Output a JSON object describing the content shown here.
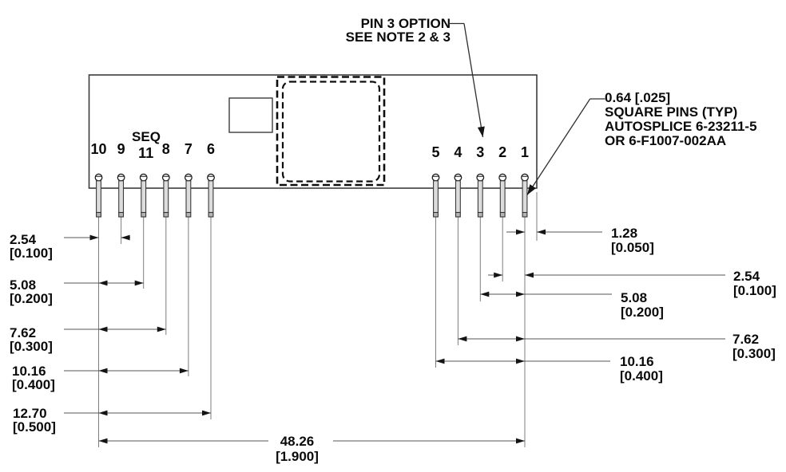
{
  "notes": {
    "pin3_option": {
      "line1": "PIN 3 OPTION",
      "line2": "SEE NOTE 2 & 3"
    },
    "square_pins": {
      "line1": "0.64 [.025]",
      "line2": "SQUARE PINS (TYP)",
      "line3": "AUTOSPLICE 6-23211-5",
      "line4": "OR 6-F1007-002AA"
    }
  },
  "labels": {
    "seq": "SEQ"
  },
  "pins": {
    "left": [
      "10",
      "9",
      "11",
      "8",
      "7",
      "6"
    ],
    "right": [
      "5",
      "4",
      "3",
      "2",
      "1"
    ]
  },
  "dimensions": {
    "left": [
      {
        "mm": "2.54",
        "inch": "[0.100]"
      },
      {
        "mm": "5.08",
        "inch": "[0.200]"
      },
      {
        "mm": "7.62",
        "inch": "[0.300]"
      },
      {
        "mm": "10.16",
        "inch": "[0.400]"
      },
      {
        "mm": "12.70",
        "inch": "[0.500]"
      }
    ],
    "right": [
      {
        "mm": "1.28",
        "inch": "[0.050]"
      },
      {
        "mm": "2.54",
        "inch": "[0.100]"
      },
      {
        "mm": "5.08",
        "inch": "[0.200]"
      },
      {
        "mm": "7.62",
        "inch": "[0.300]"
      },
      {
        "mm": "10.16",
        "inch": "[0.400]"
      }
    ],
    "overall": {
      "mm": "48.26",
      "inch": "[1.900]"
    }
  },
  "colors": {
    "line": "#555555",
    "outline": "#3c3c3c",
    "text": "#0a0a0a",
    "background": "#ffffff"
  }
}
